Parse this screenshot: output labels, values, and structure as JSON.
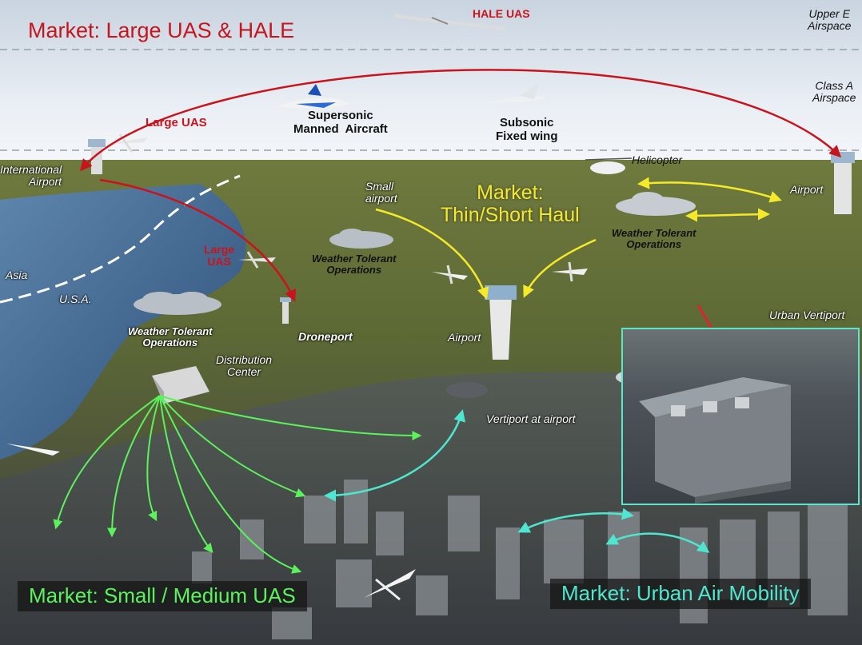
{
  "markets": {
    "large": "Market: Large UAS & HALE",
    "thin": "Market:\nThin/Short Haul",
    "small": "Market: Small / Medium UAS",
    "uam": "Market: Urban Air Mobility"
  },
  "airspace": {
    "upper_e": "Upper E\nAirspace",
    "class_a": "Class A\nAirspace"
  },
  "aircraft": {
    "hale_uas": "HALE UAS",
    "large_uas_top": "Large UAS",
    "large_uas_mid": "Large\nUAS",
    "supersonic": "Supersonic\nManned  Aircraft",
    "subsonic": "Subsonic\nFixed wing",
    "helicopter": "Helicopter"
  },
  "places": {
    "international_airport": "International\nAirport",
    "small_airport": "Small\nairport",
    "airport_right": "Airport",
    "airport_center": "Airport",
    "droneport": "Droneport",
    "distribution_center": "Distribution\nCenter",
    "vertiport_airport": "Vertiport at airport",
    "urban_vertiport": "Urban Vertiport",
    "asia": "Asia",
    "usa": "U.S.A."
  },
  "weather": {
    "w1": "Weather Tolerant\nOperations",
    "w2": "Weather Tolerant\nOperations",
    "w3": "Weather Tolerant\nOperations"
  },
  "colors": {
    "large_market": "#c8141c",
    "thin_market": "#f4ea2a",
    "small_market": "#5cf25c",
    "uam_market": "#4fe6cf",
    "dashed_line": "#9aa0a6"
  }
}
